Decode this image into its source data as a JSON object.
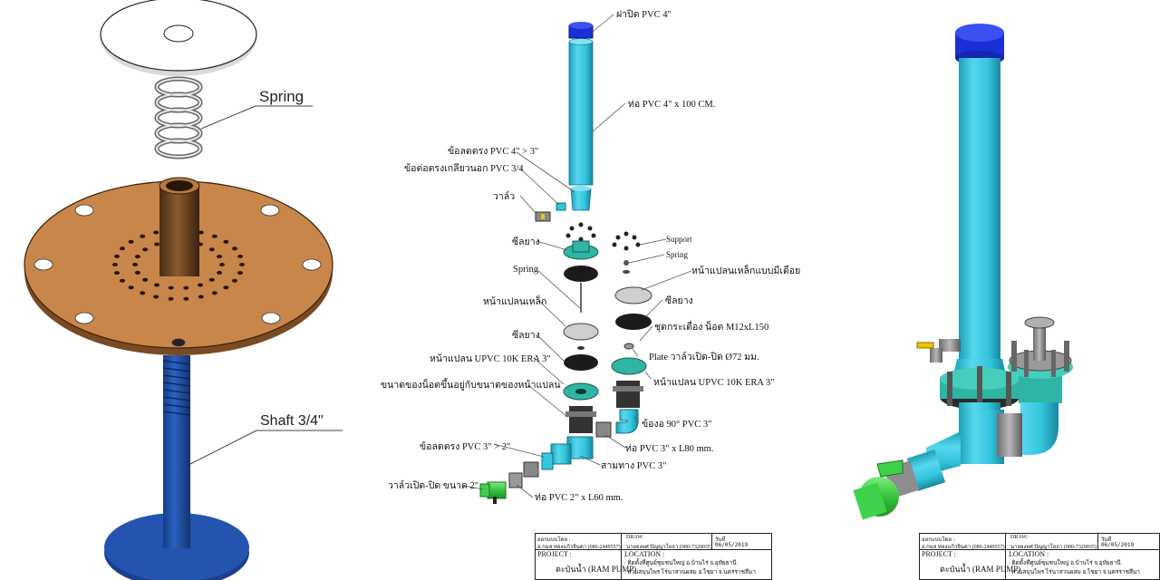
{
  "left_panel": {
    "spring_label": "Spring",
    "shaft_label": "Shaft 3/4\""
  },
  "center_panel": {
    "labels": {
      "cap": "ฝาปิด PVC 4\"",
      "pipe4": "ท่อ PVC 4\" x 100 CM.",
      "reducer43": "ข้อลดตรง PVC 4\" > 3\"",
      "adapter34": "ข้อต่อตรงเกลียวนอก PVC 3/4",
      "valve": "วาล์ว",
      "rubber1": "ซีลยาง",
      "support": "Support",
      "spring_r": "Spring",
      "plate_r": "หน้าแปลนเหล็กแบบมีเดือย",
      "spring_l": "Spring",
      "rubber_r": "ซีลยาง",
      "steel_plate": "หน้าแปลนเหล็ก",
      "bolt_set": "ชุดกระเดื่อง น็อต M12xL150",
      "rubber2": "ซีลยาง",
      "plate_valve": "Plate วาล์วเปิด-ปิด Ø72 มม.",
      "flange_l": "หน้าแปลน UPVC 10K ERA 3\"",
      "flange_r": "หน้าแปลน UPVC 10K ERA 3\"",
      "bolt_note": "ขนาดของน็อตขึ้นอยู่กับขนาดของหน้าแปลน",
      "elbow": "ข้องอ 90° PVC 3\"",
      "reducer32": "ข้อลดตรง PVC 3\" > 2\"",
      "pipe3": "ท่อ PVC 3\" x L80 mm.",
      "tee": "สามทาง PVC 3\"",
      "gate_valve": "วาล์วเปิด-ปิด ขนาด 2\"",
      "pipe2": "ท่อ PVC 2\" x L60 mm."
    },
    "title_block": {
      "designer": "ออกแบบโดย :",
      "designer_name": "อ.กมล ทองแก้วจินดา (086-2449557)",
      "draw": "DRAW:",
      "draw_name": "นายยงยศ ปัญญาโยธา (080-7329035)",
      "date_label": "วันที่",
      "date": "06/05/2019",
      "project_label": "PROJECT :",
      "project": "ตะบันน้ำ (RAM PUMP)",
      "location_label": "LOCATION :",
      "location1": ": ติดตั้งที่ศูนย์ชุมชนใหญ่ อ.บ้านไร่ จ.อุทัยธานี",
      "location2": ": สวนสมุนไพร ไร่นาสวนผสม อ.ไชยา จ.นครราชสีมา"
    }
  },
  "right_panel": {
    "title_block": {
      "designer": "ออกแบบโดย :",
      "designer_name": "อ.กมล ทองแก้วจินดา (086-2449557)",
      "draw": "DRAW:",
      "draw_name": "นายยงยศ ปัญญาโยธา (080-7329035)",
      "date_label": "วันที่",
      "date": "06/05/2019",
      "project_label": "PROJECT :",
      "project": "ตะบันน้ำ (RAM PUMP)",
      "location_label": "LOCATION :",
      "location1": ": ติดตั้งที่ศูนย์ชุมชนใหญ่ อ.บ้านไร่ จ.อุทัยธานี",
      "location2": ": สวนสมุนไพร ไร่นาสวนผสม อ.ไชยา จ.นครราชสีมา"
    }
  },
  "colors": {
    "pvc_blue": "#33c7e0",
    "pvc_dark": "#1f9db6",
    "cap_blue": "#1a2fd6",
    "copper": "#c8864a",
    "shaft_blue": "#1f4fa8",
    "flange_teal": "#2fb5a3",
    "valve_green": "#3fd14a",
    "valve_yellow": "#f2c400"
  }
}
